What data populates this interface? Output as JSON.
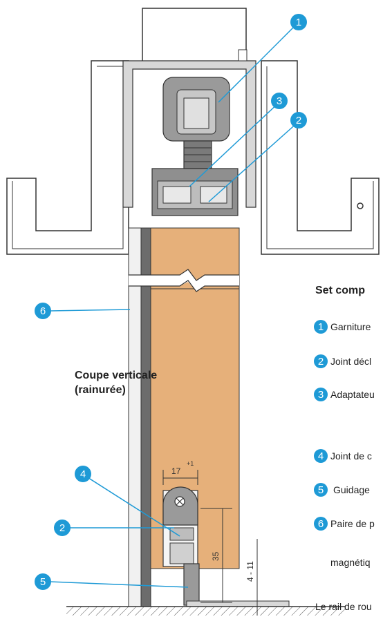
{
  "section_title": "Coupe verticale",
  "section_subtitle": "(rainurée)",
  "set_title": "Set comp",
  "callouts": [
    {
      "num": "1",
      "label": "Garniture"
    },
    {
      "num": "2",
      "label": "Joint décl"
    },
    {
      "num": "3",
      "label": "Adaptateu"
    },
    {
      "num": "4",
      "label": "Joint de c"
    },
    {
      "num": "5",
      "label": "Guidage"
    },
    {
      "num": "6",
      "label": "Paire de p"
    }
  ],
  "continued_text": "magnétiq",
  "footer_text": "Le rail de rou",
  "dimensions": {
    "width": "17",
    "width_tolerance": "+1",
    "height": "35",
    "gap": "4 - 11"
  },
  "colors": {
    "accent": "#1e9ad6",
    "wood": "#e6b07a",
    "metal": "#8f8f8f"
  }
}
